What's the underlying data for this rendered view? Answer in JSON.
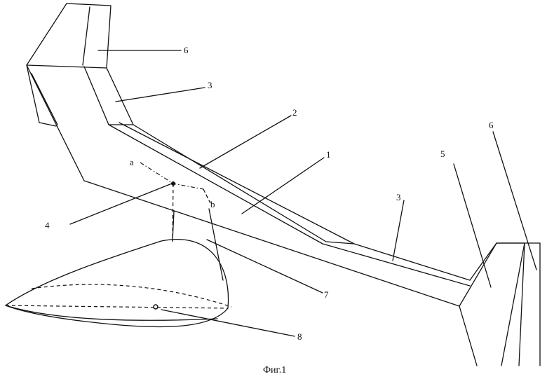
{
  "caption": "Фиг.1",
  "labels": {
    "l1": "1",
    "l2": "2",
    "l3a": "3",
    "l3b": "3",
    "l4": "4",
    "l5": "5",
    "l6a": "6",
    "l6b": "6",
    "l7": "7",
    "l8": "8",
    "pivot_a": "a",
    "pivot_b": "b"
  }
}
